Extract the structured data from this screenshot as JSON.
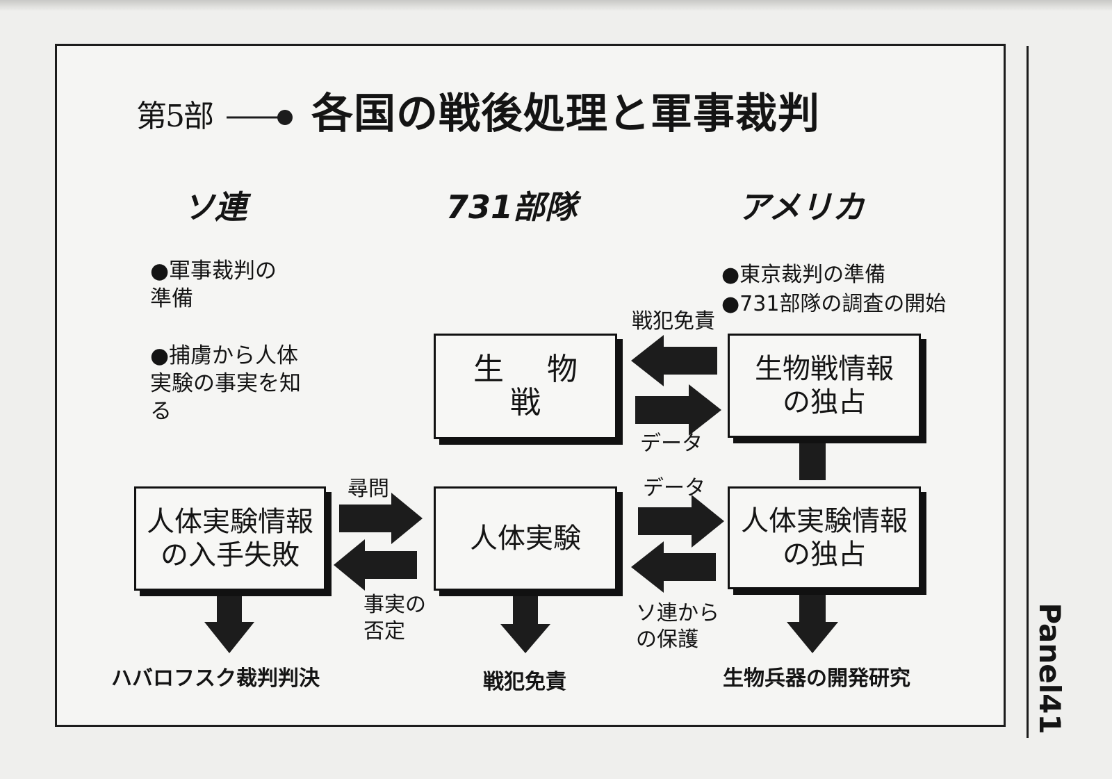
{
  "title": {
    "part": "第5部",
    "main": "各国の戦後処理と軍事裁判"
  },
  "columns": {
    "soviet": "ソ連",
    "unit731": "731部隊",
    "america": "アメリカ"
  },
  "soviet_notes": [
    "●軍事裁判の準備",
    "●捕虜から人体実験の事実を知る"
  ],
  "america_notes": [
    "●東京裁判の準備",
    "●731部隊の調査の開始"
  ],
  "boxes": {
    "biowar": "生 物 戦",
    "biowar_info": "生物戦情報の独占",
    "human_exp": "人体実験",
    "human_exp_info_us": "人体実験情報の独占",
    "human_exp_info_ussr": "人体実験情報の入手失敗"
  },
  "arrow_labels": {
    "immunity": "戦犯免責",
    "data_top": "データ",
    "data_mid": "データ",
    "interrogation": "尋問",
    "denial": "事実の否定",
    "protection": "ソ連からの保護"
  },
  "outcomes": {
    "soviet": "ハバロフスク裁判判決",
    "unit731": "戦犯免責",
    "america": "生物兵器の開発研究"
  },
  "panel_tag": "Panel41",
  "colors": {
    "ink": "#141414",
    "paper": "#efefed",
    "box_fill": "#f7f7f5"
  }
}
